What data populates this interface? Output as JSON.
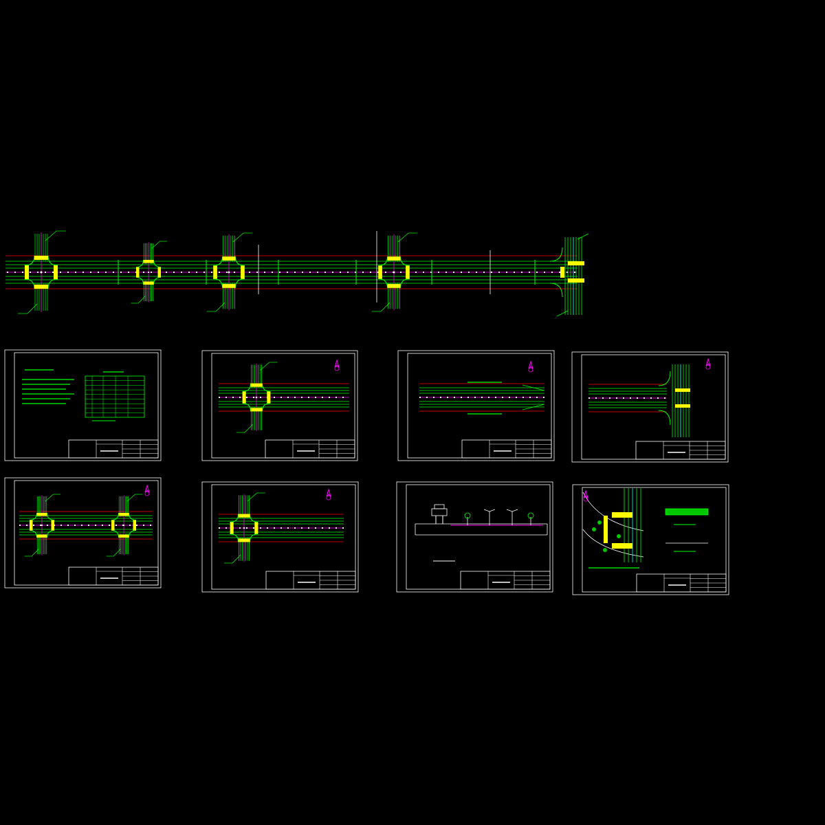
{
  "drawing": {
    "background": "#000000",
    "colors": {
      "frame": "#ffffff",
      "lane": "#00ff00",
      "lane_dark": "#00c800",
      "boundary": "#ff0000",
      "centerline": "#ff00ff",
      "crossing": "#ffff00",
      "water": "#00ffff",
      "north_arrow": "#ff00ff"
    },
    "main_plan": {
      "intersections": 5
    },
    "sheets": [
      {
        "id": "notes",
        "content": "notes-table"
      },
      {
        "id": "plan-1",
        "content": "intersection-left",
        "north": true
      },
      {
        "id": "plan-2",
        "content": "road-segment",
        "north": true
      },
      {
        "id": "plan-3",
        "content": "intersection-right",
        "north": true
      },
      {
        "id": "plan-4",
        "content": "double-intersection",
        "north": true
      },
      {
        "id": "plan-5",
        "content": "intersection-left-b",
        "north": true
      },
      {
        "id": "section",
        "content": "cross-section"
      },
      {
        "id": "detail",
        "content": "detail-plan",
        "north": true
      }
    ]
  }
}
